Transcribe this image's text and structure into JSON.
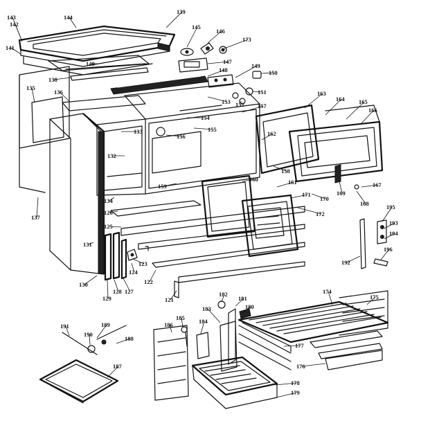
{
  "parts": [
    {
      "id": "139"
    },
    {
      "id": "144"
    },
    {
      "id": "143"
    },
    {
      "id": "142"
    },
    {
      "id": "141"
    },
    {
      "id": "140"
    },
    {
      "id": "138"
    },
    {
      "id": "135"
    },
    {
      "id": "136"
    },
    {
      "id": "145"
    },
    {
      "id": "146"
    },
    {
      "id": "173"
    },
    {
      "id": "147"
    },
    {
      "id": "148"
    },
    {
      "id": "149"
    },
    {
      "id": "150"
    },
    {
      "id": "151"
    },
    {
      "id": "152"
    },
    {
      "id": "153"
    },
    {
      "id": "157"
    },
    {
      "id": "163"
    },
    {
      "id": "164"
    },
    {
      "id": "165"
    },
    {
      "id": "166"
    },
    {
      "id": "154"
    },
    {
      "id": "155"
    },
    {
      "id": "156"
    },
    {
      "id": "133"
    },
    {
      "id": "162"
    },
    {
      "id": "132"
    },
    {
      "id": "158"
    },
    {
      "id": "159"
    },
    {
      "id": "160"
    },
    {
      "id": "161"
    },
    {
      "id": "171"
    },
    {
      "id": "170"
    },
    {
      "id": "169"
    },
    {
      "id": "167"
    },
    {
      "id": "168"
    },
    {
      "id": "134"
    },
    {
      "id": "126"
    },
    {
      "id": "125"
    },
    {
      "id": "172"
    },
    {
      "id": "137"
    },
    {
      "id": "131"
    },
    {
      "id": "195"
    },
    {
      "id": "193"
    },
    {
      "id": "194"
    },
    {
      "id": "196"
    },
    {
      "id": "192"
    },
    {
      "id": "123"
    },
    {
      "id": "124"
    },
    {
      "id": "122"
    },
    {
      "id": "130"
    },
    {
      "id": "129"
    },
    {
      "id": "128"
    },
    {
      "id": "127"
    },
    {
      "id": "121"
    },
    {
      "id": "182"
    },
    {
      "id": "181"
    },
    {
      "id": "180"
    },
    {
      "id": "174"
    },
    {
      "id": "175"
    },
    {
      "id": "183"
    },
    {
      "id": "186"
    },
    {
      "id": "185"
    },
    {
      "id": "184"
    },
    {
      "id": "191"
    },
    {
      "id": "189"
    },
    {
      "id": "190"
    },
    {
      "id": "188"
    },
    {
      "id": "187"
    },
    {
      "id": "177"
    },
    {
      "id": "176"
    },
    {
      "id": "178"
    },
    {
      "id": "179"
    }
  ]
}
